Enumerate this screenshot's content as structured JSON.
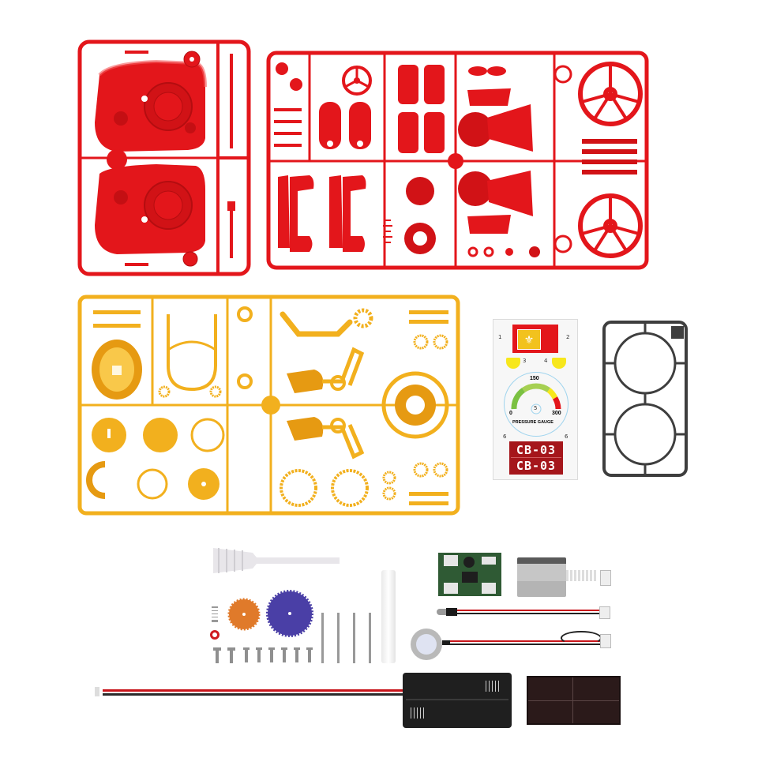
{
  "scene": {
    "description": "Robot kit parts layout",
    "background": "#ffffff"
  },
  "colors": {
    "red_plastic": "#e3161b",
    "red_dark": "#b40d10",
    "gold_plastic": "#f2b01e",
    "gold_dark": "#d48a0a",
    "gray_frame": "#3e3e3e",
    "orange_gear": "#e07a2a",
    "blue_gear": "#4a3fa6",
    "pcb_green": "#2f5a34",
    "wire_red": "#c8141a",
    "wire_black": "#222222",
    "sticker_red": "#a5161b",
    "sticker_yellow": "#f7e71c"
  },
  "parts": {
    "red_sprue_left": {
      "label": "Red sprue A (body shells)"
    },
    "red_sprue_right": {
      "label": "Red sprue B (wheels, horns, arms)"
    },
    "gold_sprue": {
      "label": "Gold sprue (gears, frames, pistons)"
    },
    "gray_sprue": {
      "label": "Gray sprue (eye rings)"
    },
    "sticker_sheet": {
      "numbers": [
        "1",
        "2",
        "3",
        "4",
        "5",
        "6",
        "6"
      ],
      "gauge_top": "150",
      "gauge_min": "0",
      "gauge_max": "300",
      "gauge_caption": "PRESSURE GAUGE",
      "model_code_1": "CB-03",
      "model_code_2": "CB-03"
    },
    "hardware": {
      "bellows": "Bellows with tube",
      "rod": "White rod",
      "spring": "Spring",
      "o_ring": "Red O-ring",
      "gear_small": "Orange gear",
      "gear_large": "Blue gear",
      "pins_count": 4,
      "screws_count": 8
    },
    "electronics": {
      "pcb": "Circuit board",
      "motor": "Motor with connector",
      "led_cable": "LED with cable",
      "sensor_cable": "Sound sensor with cable",
      "battery_box": "2×AA battery holder",
      "solar_panel": "Solar panel"
    }
  }
}
